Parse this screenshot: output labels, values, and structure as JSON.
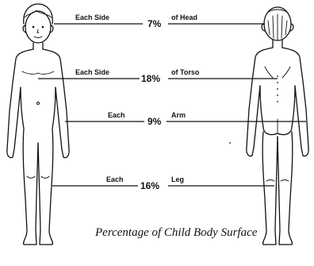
{
  "labels": {
    "head": {
      "left": "Each Side",
      "percent": "7%",
      "right": "of Head"
    },
    "torso": {
      "left": "Each Side",
      "percent": "18%",
      "right": "of Torso"
    },
    "arm": {
      "left": "Each",
      "percent": "9%",
      "right": "Arm"
    },
    "leg": {
      "left": "Each",
      "percent": "16%",
      "right": "Leg"
    }
  },
  "caption": "Percentage of Child Body Surface",
  "figures": {
    "front": "child-front-figure",
    "back": "child-back-figure"
  }
}
